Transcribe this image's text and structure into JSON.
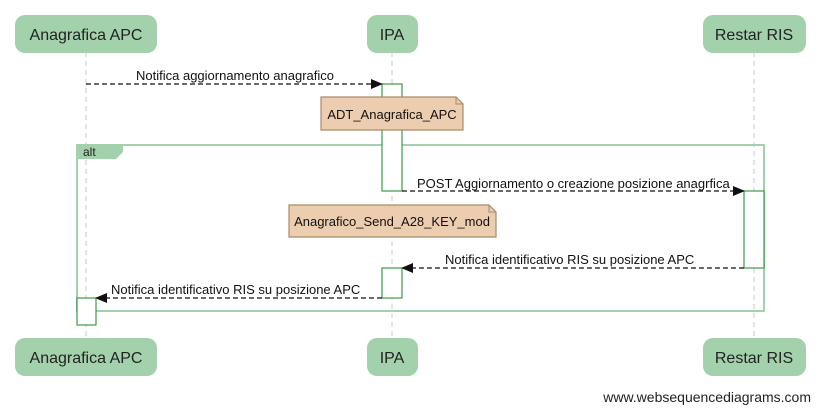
{
  "diagram": {
    "type": "sequence",
    "participants": [
      {
        "id": "apc",
        "label": "Anagrafica APC"
      },
      {
        "id": "ipa",
        "label": "IPA"
      },
      {
        "id": "ris",
        "label": "Restar RIS"
      }
    ],
    "messages": [
      {
        "from": "apc",
        "to": "ipa",
        "label": "Notifica aggiornamento anagrafico",
        "style": "dashed"
      },
      {
        "from": "ipa",
        "to": "ris",
        "label": "POST Aggiornamento o creazione posizione anagrfica",
        "style": "dashed"
      },
      {
        "from": "ris",
        "to": "ipa",
        "label": "Notifica identificativo RIS su posizione APC",
        "style": "dashed"
      },
      {
        "from": "ipa",
        "to": "apc",
        "label": "Notifica identificativo RIS su posizione APC",
        "style": "dashed"
      }
    ],
    "notes": [
      {
        "over": "ipa",
        "text": "ADT_Anagrafica_APC"
      },
      {
        "over": "ipa",
        "text": "Anagrafico_Send_A28_KEY_mod"
      }
    ],
    "fragment": {
      "label": "alt"
    },
    "watermark": "www.websequencediagrams.com",
    "colors": {
      "actor": "#a2d1ab",
      "activation_border": "#3c9a4e",
      "note_fill": "#eccdb0",
      "note_border": "#a98a6a",
      "lifeline": "#c8c8c8"
    }
  }
}
